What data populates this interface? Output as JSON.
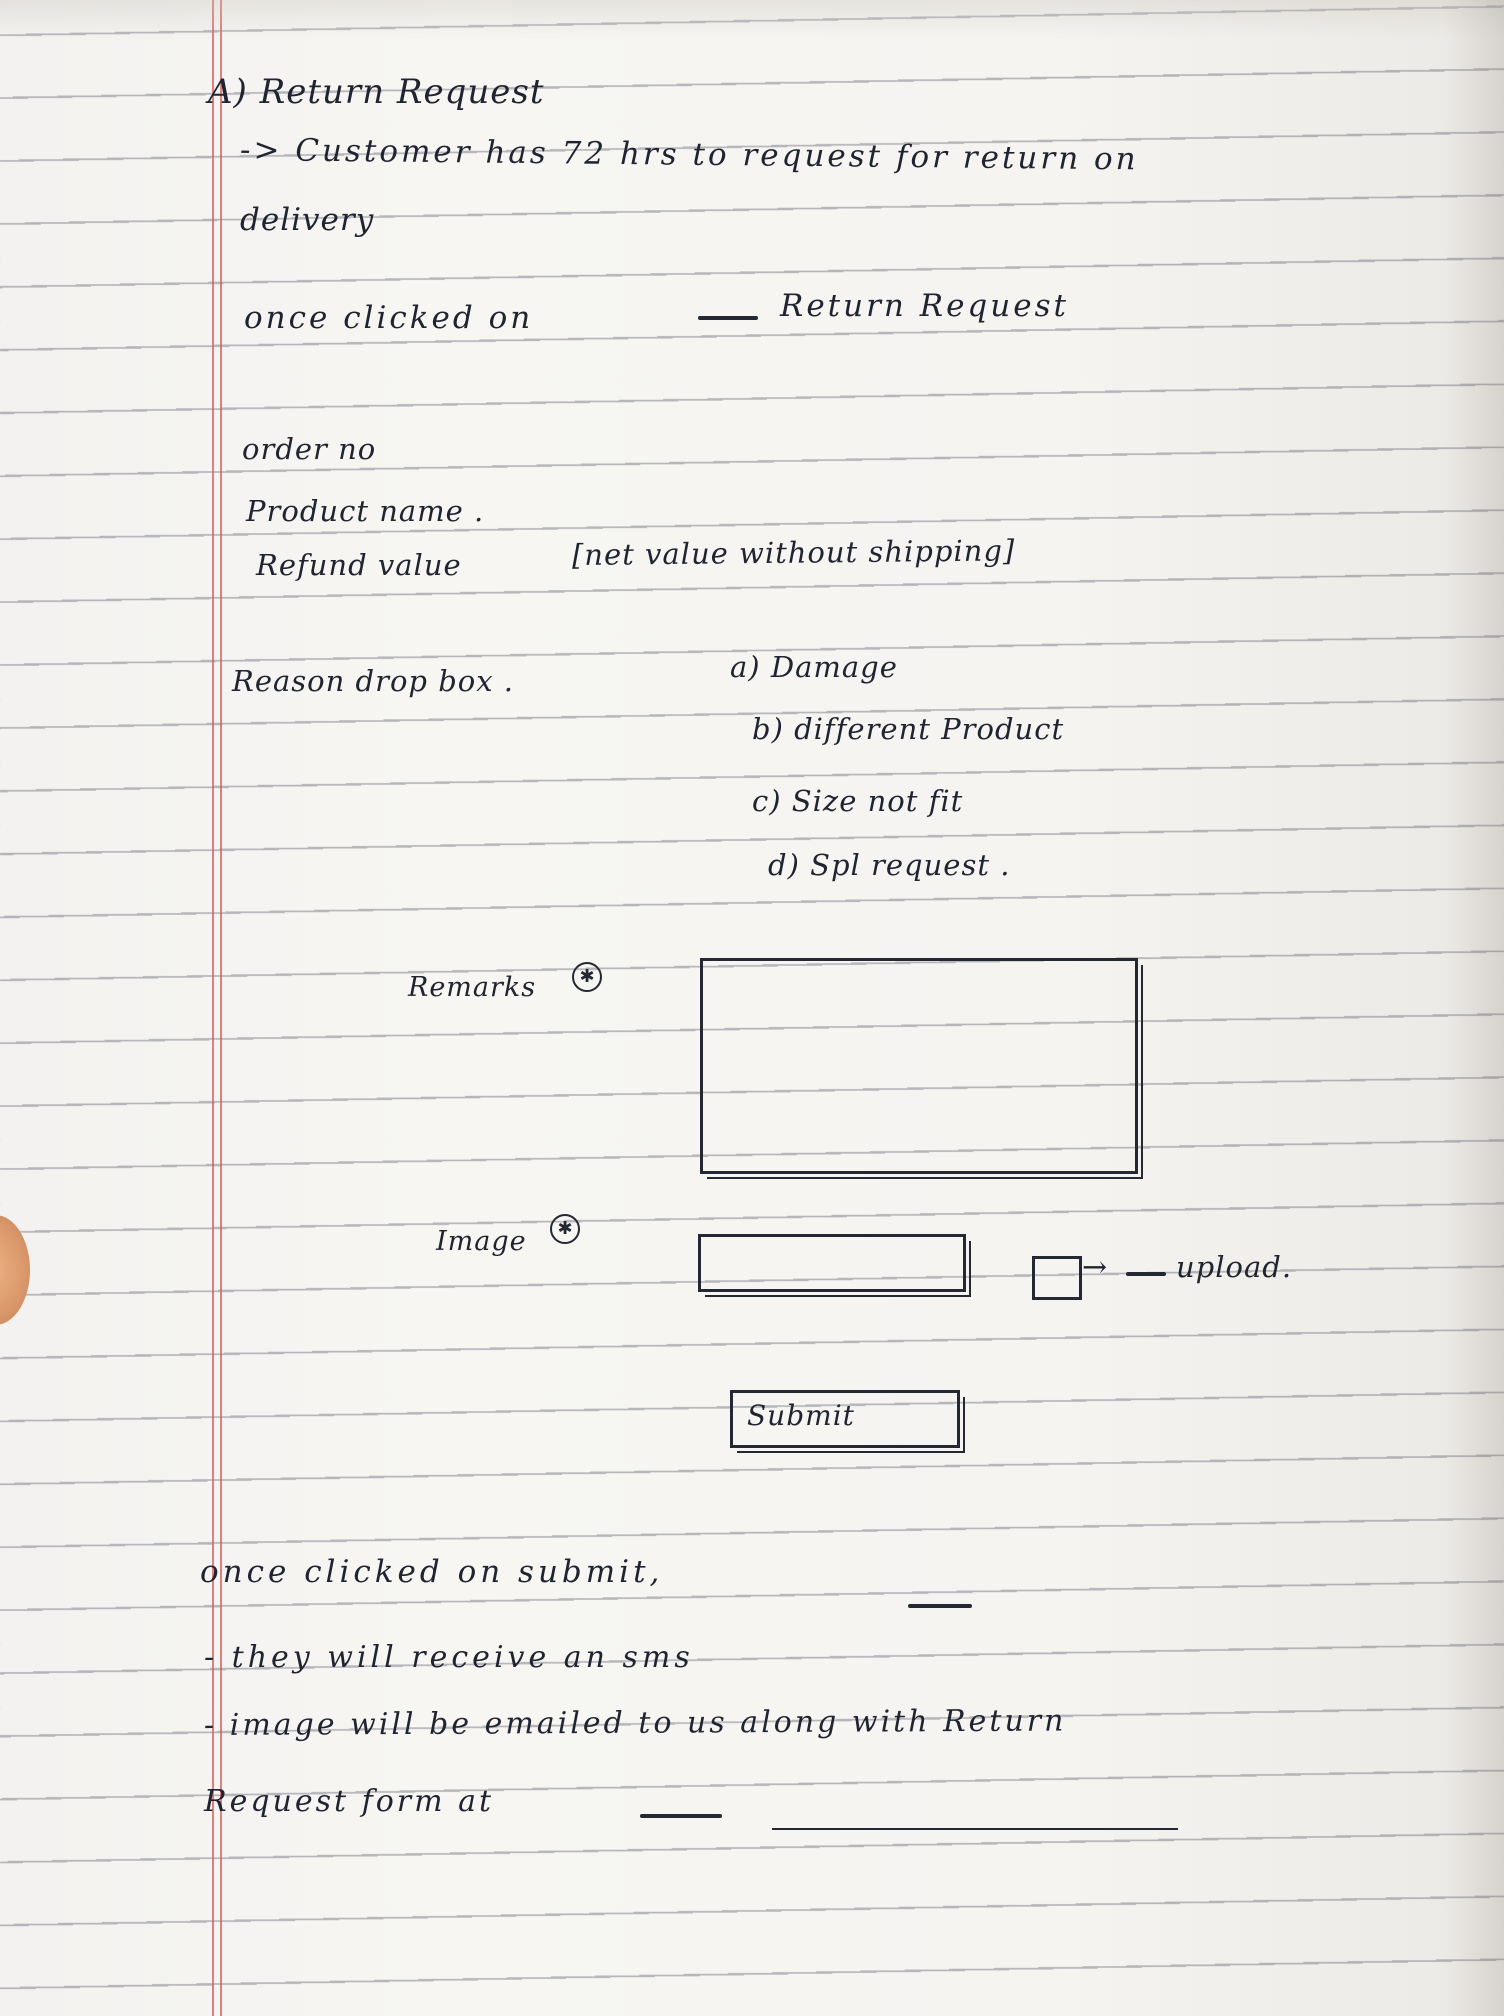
{
  "notes": {
    "heading": "A) Return Request",
    "intro_line1": "-> Customer  has  72  hrs  to  request for return on",
    "intro_line2": "delivery",
    "clicked_prefix": "once  clicked  on",
    "clicked_button": "Return  Request",
    "field_order": "order  no",
    "field_product": "Product  name .",
    "field_refund_label": "Refund  value",
    "field_refund_note": "[net value  without  shipping]",
    "reason_label": "Reason  drop  box .",
    "reason_options": [
      "a) Damage",
      "b) different Product",
      "c) Size not fit",
      "d) Spl request ."
    ],
    "remarks_label": "Remarks",
    "image_label": "Image",
    "upload_label": "upload.",
    "submit_label": "Submit",
    "after_submit_heading": "once  clicked  on  submit,",
    "after_submit_items": [
      "-   they  will  receive  an  sms",
      "-   image  will  be  emailed to us along with Return"
    ],
    "after_submit_line_last": "Request  form  at"
  }
}
